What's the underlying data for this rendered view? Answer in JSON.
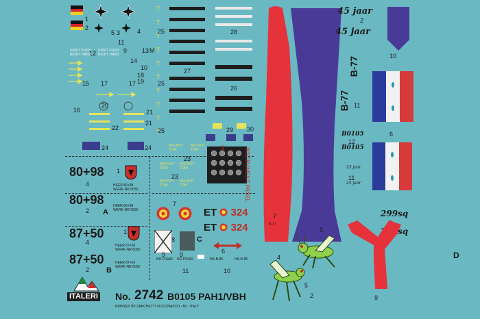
{
  "sheet": {
    "brand": "ITALERI",
    "kit_number_prefix": "No.",
    "kit_number": "2742",
    "kit_name": "B0105 PAH1/VBH",
    "printer_credit": "PRINTED BY ZANCHETTI SUCCINASCO - MI - ITALY"
  },
  "markings": {
    "serial_80_98": "80+98",
    "serial_87_50": "87+50",
    "heer_top": "HEER 80+98",
    "heer_bot": "HEER 87+50",
    "werk_top": "WERK-NR 5050",
    "werk_bot": "WERK-NR 6050",
    "et324": "ET",
    "et324_num": "324",
    "jaar": "45 jaar",
    "b77": "B-77",
    "bo105": "B0105",
    "sq299": "299sq",
    "jaar25": "25 jaar",
    "dont_push": "DON'T PUSH",
    "right_hand": "RIGHT HAND",
    "mis_hot": "MIS-HOT",
    "tow": "TOW",
    "instrument_panel": "INSTRUMENT PANEL",
    "no_pisar": "NO PISAR",
    "ha_b": "HA-B-85"
  },
  "labels": {
    "A": "A",
    "B": "B",
    "C": "C",
    "D": "D",
    "n1": "1",
    "n2": "2",
    "n3": "3",
    "n4": "4",
    "n5": "5",
    "n6": "6",
    "n7": "7",
    "n8": "8",
    "n9": "9",
    "n10": "10",
    "n11": "11",
    "n12": "12",
    "n13": "13",
    "n14": "14",
    "n15": "15",
    "n16": "16",
    "n17": "17",
    "n18": "18",
    "n19": "19",
    "n20": "20",
    "n21": "21",
    "n22": "22",
    "n23": "23",
    "n24": "24",
    "n25": "25",
    "n26": "26",
    "n27": "27",
    "n28": "28",
    "n29": "29",
    "n30": "30"
  },
  "colors": {
    "background": "#6ab8c2",
    "red": "#e5323b",
    "navy": "#4a3a98",
    "yellow": "#e6e35a",
    "black": "#1e1e1e",
    "french_blue": "#2b3b9a",
    "french_red": "#d63a3a",
    "spain_red": "#d8332e",
    "spain_yellow": "#f1d53a",
    "grasshopper_green": "#8fd14a"
  }
}
